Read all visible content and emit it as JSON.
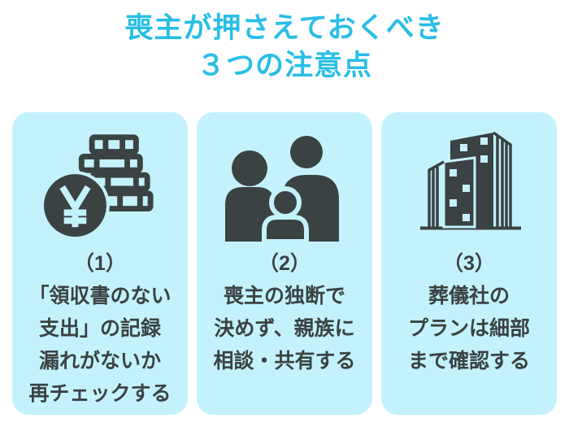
{
  "title": {
    "line1": "喪主が押さえておくべき",
    "line2": "３つの注意点"
  },
  "colors": {
    "accent": "#29BEE6",
    "card_bg": "#C4F2FC",
    "dark": "#3B4244",
    "page_bg": "#FFFFFF"
  },
  "cards": [
    {
      "icon": "yen-coins-icon",
      "number": "（1）",
      "lines": [
        "「領収書のない",
        "支出」の記録",
        "漏れがないか",
        "再チェックする"
      ]
    },
    {
      "icon": "family-icon",
      "number": "（2）",
      "lines": [
        "喪主の独断で",
        "決めず、親族に",
        "相談・共有する"
      ]
    },
    {
      "icon": "buildings-icon",
      "number": "（3）",
      "lines": [
        "葬儀社の",
        "プランは細部",
        "まで確認する"
      ]
    }
  ]
}
